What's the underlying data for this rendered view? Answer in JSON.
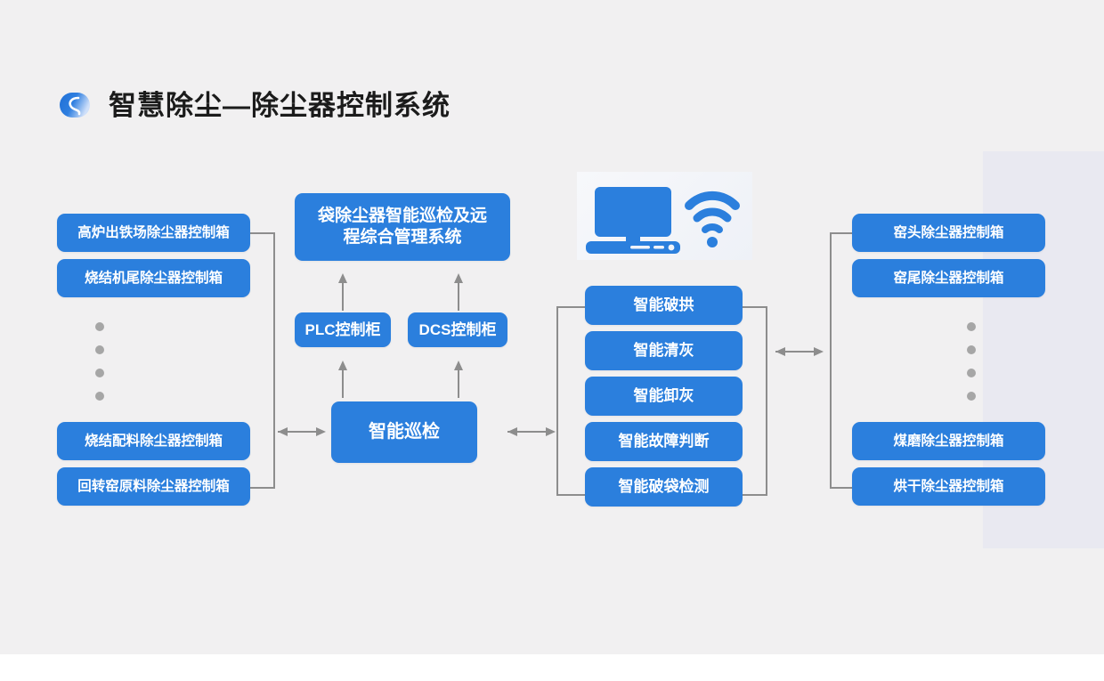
{
  "header": {
    "title": "智慧除尘—除尘器控制系统",
    "logo_icon": "spiral-wave-logo-icon"
  },
  "colors": {
    "accent_blue": "#2b7fdd",
    "canvas_background": "#f1f0f1",
    "deco_panel": "#e9e9f1",
    "connector_gray": "#8d8d8d",
    "dot_gray": "#a6a6a6",
    "title_text": "#1b1b1b",
    "box_text": "#ffffff"
  },
  "left_column": {
    "top_boxes": [
      {
        "label": "高炉出铁场除尘器控制箱"
      },
      {
        "label": "烧结机尾除尘器控制箱"
      }
    ],
    "ellipsis_dots": 4,
    "bottom_boxes": [
      {
        "label": "烧结配料除尘器控制箱"
      },
      {
        "label": "回转窑原料除尘器控制箱"
      }
    ]
  },
  "center_column": {
    "hero_box": {
      "label": "袋除尘器智能巡检及远程综合管理系统"
    },
    "cabinets": [
      {
        "label": "PLC控制柜"
      },
      {
        "label": "DCS控制柜"
      }
    ],
    "core_box": {
      "label": "智能巡检"
    }
  },
  "middle_column": {
    "boxes": [
      {
        "label": "智能破拱"
      },
      {
        "label": "智能清灰"
      },
      {
        "label": "智能卸灰"
      },
      {
        "label": "智能故障判断"
      },
      {
        "label": "智能破袋检测"
      }
    ]
  },
  "right_column": {
    "top_boxes": [
      {
        "label": "窑头除尘器控制箱"
      },
      {
        "label": "窑尾除尘器控制箱"
      }
    ],
    "ellipsis_dots": 4,
    "bottom_boxes": [
      {
        "label": "煤磨除尘器控制箱"
      },
      {
        "label": "烘干除尘器控制箱"
      }
    ]
  },
  "illustration": {
    "desktop_icon": "desktop-computer-icon",
    "wifi_icon": "wifi-signal-icon"
  },
  "connectors": {
    "left_to_core": "double-headed-arrow",
    "core_to_middle": "double-headed-arrow",
    "middle_to_right": "double-headed-arrow",
    "core_to_plc": "up-arrow",
    "core_to_dcs": "up-arrow",
    "plc_to_hero": "up-arrow",
    "dcs_to_hero": "up-arrow"
  }
}
